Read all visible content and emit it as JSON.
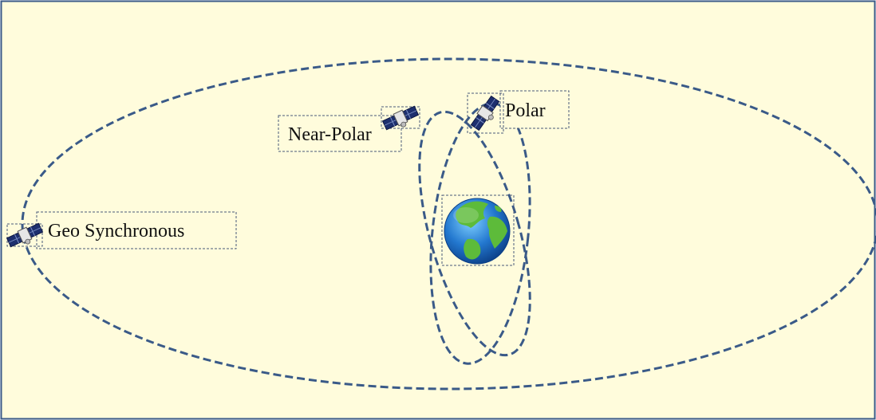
{
  "labels": {
    "geo": "Geo Synchronous",
    "near_polar": "Near-Polar",
    "polar": "Polar"
  },
  "colors": {
    "background": "#fffcdc",
    "frame": "#3a5a88",
    "orbit": "#3a5a88",
    "dashed_box": "#4a5a7a",
    "earth_ocean": "#1f6fc2",
    "earth_land": "#5dbb3a"
  },
  "icons": [
    "satellite-icon",
    "earth-icon"
  ]
}
